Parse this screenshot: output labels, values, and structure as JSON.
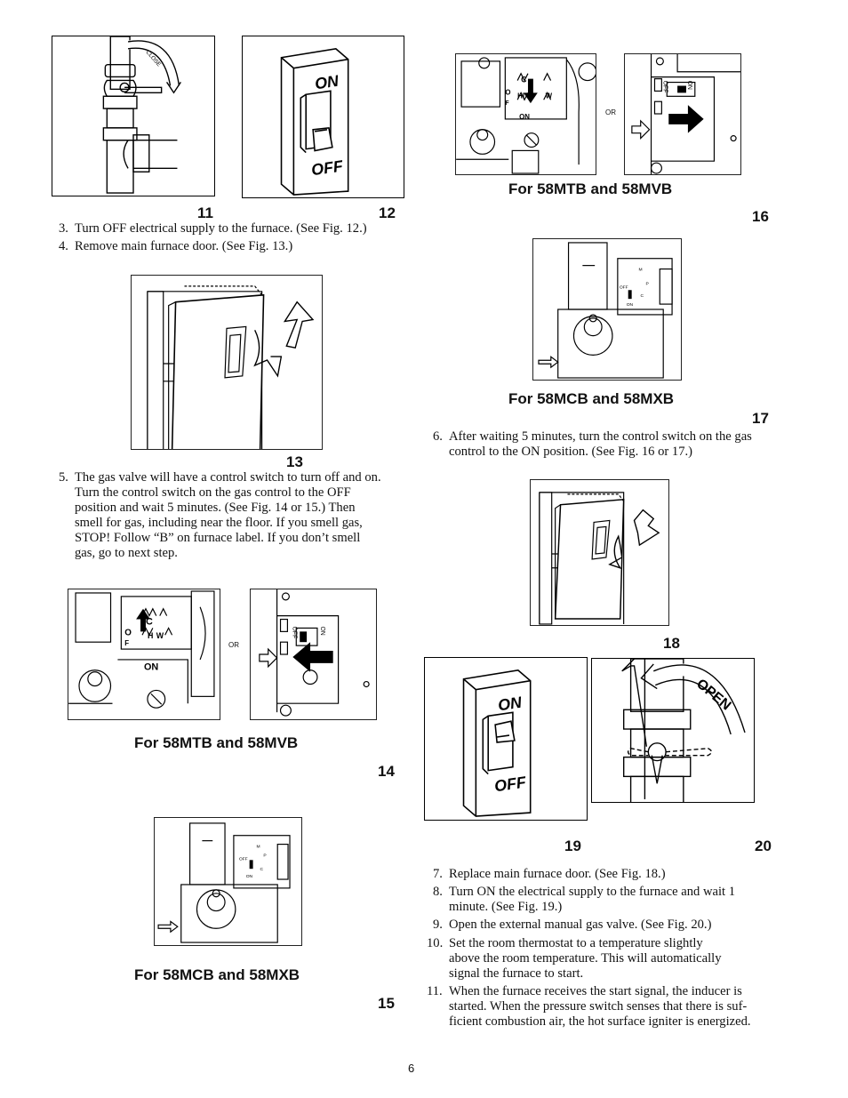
{
  "figures": {
    "fig11": {
      "number": "11",
      "text": "CLOSE"
    },
    "fig12": {
      "number": "12",
      "on": "ON",
      "off": "OFF"
    },
    "fig13": {
      "number": "13"
    },
    "fig14": {
      "number": "14",
      "caption": "For 58MTB and 58MVB",
      "or": "OR",
      "valve_labels": [
        "C",
        "H",
        "W",
        "O",
        "F",
        "ON"
      ],
      "switch_labels": [
        "OFF",
        "ON"
      ]
    },
    "fig15": {
      "number": "15",
      "caption": "For 58MCB and 58MXB",
      "valve_labels": [
        "M",
        "P",
        "OFF",
        "C",
        "ON"
      ]
    },
    "fig16": {
      "number": "16",
      "caption": "For 58MTB and 58MVB",
      "or": "OR",
      "valve_labels": [
        "C",
        "HI",
        "W",
        "O",
        "F",
        "ON"
      ],
      "switch_labels": [
        "OFF",
        "ON"
      ]
    },
    "fig17": {
      "number": "17",
      "caption": "For 58MCB and 58MXB",
      "valve_labels": [
        "M",
        "P",
        "OFF",
        "C",
        "ON"
      ]
    },
    "fig18": {
      "number": "18"
    },
    "fig19": {
      "number": "19",
      "on": "ON",
      "off": "OFF"
    },
    "fig20": {
      "number": "20",
      "text": "OPEN"
    }
  },
  "steps": [
    {
      "n": "3.",
      "text": "Turn OFF electrical supply to the furnace. (See Fig. 12.)"
    },
    {
      "n": "4.",
      "text": "Remove main furnace door. (See Fig. 13.)"
    },
    {
      "n": "5.",
      "lines": [
        "The gas valve will have a control switch to turn off and on.",
        "Turn the control switch on the gas control to the OFF",
        "position and wait 5 minutes. (See Fig. 14 or 15.) Then",
        "smell for gas, including near the floor. If you smell gas,",
        "STOP! Follow “B” on furnace label. If you don’t smell",
        "gas, go to next step."
      ]
    },
    {
      "n": "6.",
      "lines": [
        "After waiting 5 minutes, turn the control switch on the gas",
        "control to the ON position. (See Fig. 16 or 17.)"
      ]
    },
    {
      "n": "7.",
      "text": "Replace main furnace door. (See Fig. 18.)"
    },
    {
      "n": "8.",
      "lines": [
        "Turn ON the electrical supply to the furnace and wait 1",
        "minute. (See Fig. 19.)"
      ]
    },
    {
      "n": "9.",
      "text": "Open the external manual gas valve. (See Fig. 20.)"
    },
    {
      "n": "10.",
      "lines": [
        "Set the room thermostat to a temperature slightly",
        "above the room temperature. This will automatically",
        "signal the furnace to start."
      ]
    },
    {
      "n": "11.",
      "lines": [
        "When the furnace receives the start signal, the inducer is",
        "started. When the pressure switch senses that there is suf-",
        "ficient combustion air, the hot surface igniter is energized."
      ]
    }
  ],
  "page_number": "6"
}
